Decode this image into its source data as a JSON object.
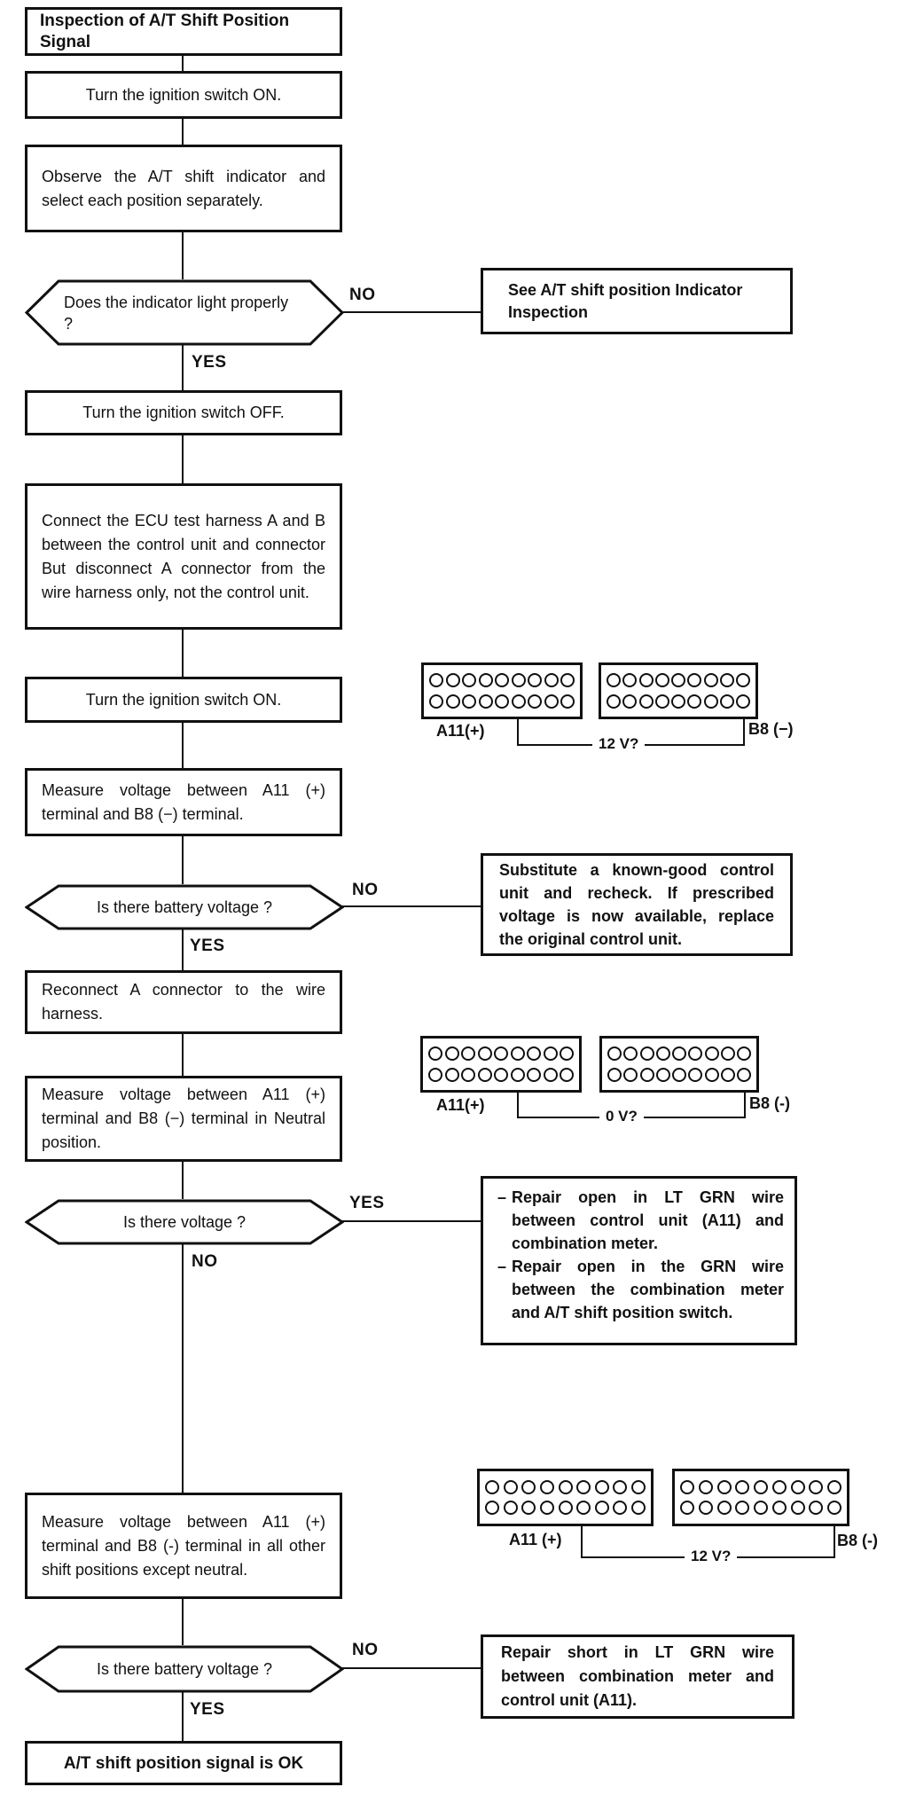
{
  "page": {
    "background": "#ffffff",
    "ink": "#111111"
  },
  "nodes": {
    "title": {
      "text": "Inspection of A/T Shift Position Signal"
    },
    "ignition_on_1": {
      "text": "Turn the ignition switch ON."
    },
    "observe": {
      "text": "Observe the A/T shift indicator and select each position separately."
    },
    "decision_indicator": {
      "text": "Does the indicator light properly ?",
      "no_label": "NO",
      "yes_label": "YES"
    },
    "see_indicator_inspection": {
      "text": "See A/T shift position Indicator Inspection"
    },
    "ignition_off": {
      "text": "Turn the ignition switch OFF."
    },
    "connect_harness": {
      "text": "Connect the ECU test harness A and B between the control unit and connector But disconnect A connector from the wire harness only, not the control unit."
    },
    "ignition_on_2": {
      "text": "Turn the ignition switch ON."
    },
    "measure_1": {
      "text": "Measure voltage between A11 (+) terminal and B8 (−) terminal."
    },
    "decision_battery_1": {
      "text": "Is there battery voltage ?",
      "no_label": "NO",
      "yes_label": "YES"
    },
    "substitute": {
      "text": "Substitute a known-good control unit and recheck. If prescribed voltage is now available, replace the original control unit."
    },
    "reconnect": {
      "text": "Reconnect A connector to the wire harness."
    },
    "measure_2": {
      "text": "Measure voltage between A11 (+) terminal and B8 (−) terminal in Neutral position."
    },
    "decision_voltage": {
      "text": "Is there voltage ?",
      "yes_label": "YES",
      "no_label": "NO"
    },
    "repair_open": {
      "bullet": "–",
      "items": [
        "Repair open in LT GRN wire between control unit (A11) and combination meter.",
        "Repair open in the GRN wire between the combination meter and A/T shift position switch."
      ]
    },
    "measure_3": {
      "text": "Measure voltage between A11 (+) terminal and B8 (-) terminal in all other shift positions except neutral."
    },
    "decision_battery_2": {
      "text": "Is there battery voltage ?",
      "no_label": "NO",
      "yes_label": "YES"
    },
    "repair_short": {
      "text": "Repair short in LT GRN wire between combination meter and control unit (A11)."
    },
    "ok": {
      "text": "A/T shift position signal is OK"
    }
  },
  "connector_spec": {
    "rows": 2,
    "pins_per_row": 9
  },
  "connectors": [
    {
      "left_label": "A11(+)",
      "measure_label": "12 V?",
      "right_label": "B8 (−)"
    },
    {
      "left_label": "A11(+)",
      "measure_label": "0 V?",
      "right_label": "B8 (-)"
    },
    {
      "left_label": "A11 (+)",
      "measure_label": "12 V?",
      "right_label": "B8 (-)"
    }
  ]
}
